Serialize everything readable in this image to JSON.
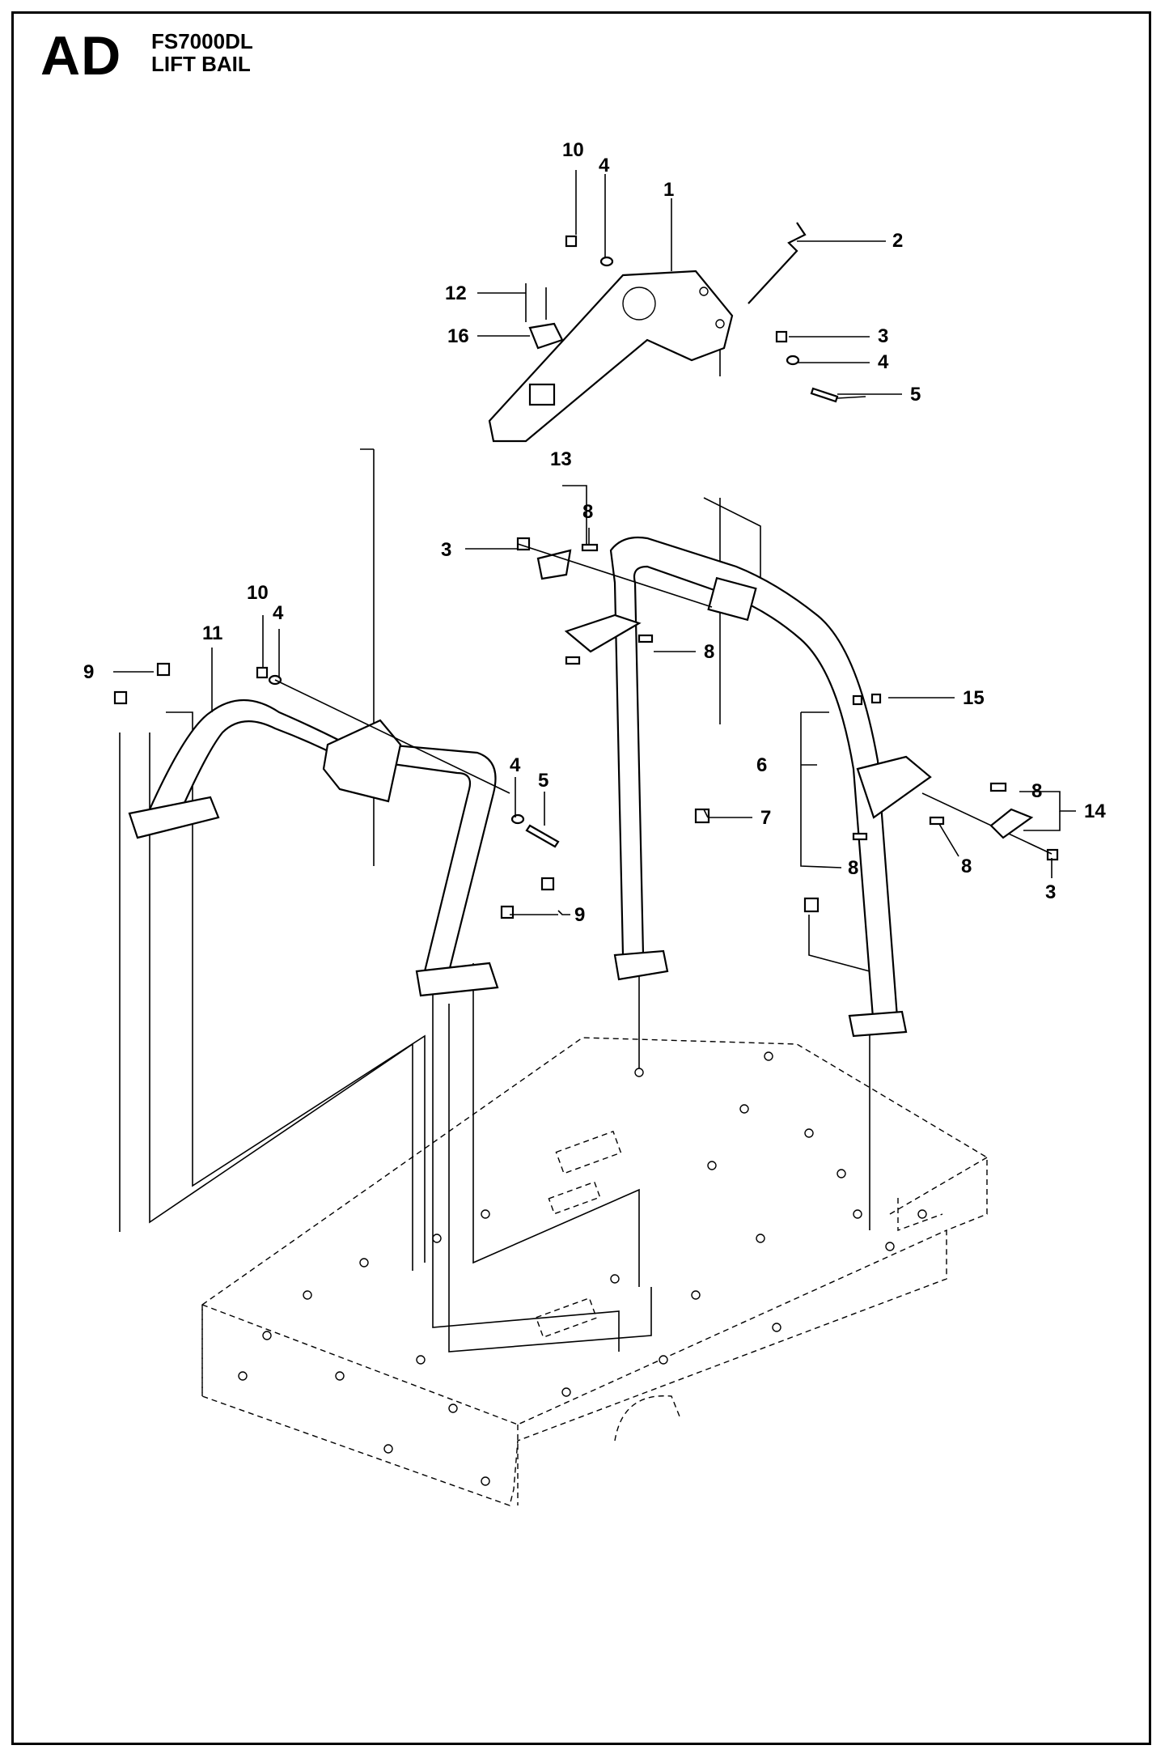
{
  "header": {
    "section_code": "AD",
    "model": "FS7000DL",
    "title": "LIFT BAIL"
  },
  "callouts": [
    "10",
    "4",
    "1",
    "2",
    "12",
    "16",
    "3",
    "4",
    "5",
    "13",
    "8",
    "3",
    "8",
    "10",
    "4",
    "11",
    "9",
    "15",
    "6",
    "14",
    "4",
    "5",
    "7",
    "8",
    "8",
    "8",
    "3",
    "9"
  ]
}
